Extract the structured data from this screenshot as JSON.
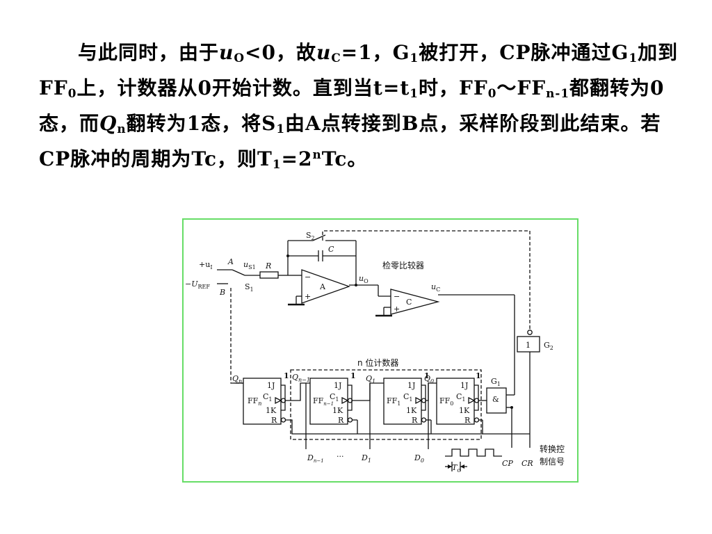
{
  "paragraph": {
    "t1": "与此同时，由于",
    "u": "u",
    "sub_O": "O",
    "t2": "<0，故",
    "sub_C": "C",
    "t3": "=1，G",
    "sub_1a": "1",
    "t4": "被打开，CP脉冲通过G",
    "sub_1b": "1",
    "t5": "加到FF",
    "sub_0a": "0",
    "t6": "上，计数器从0开始计数。直到当t=t",
    "sub_1c": "1",
    "t7": "时，FF",
    "sub_0b": "0",
    "t8": "～FF",
    "sub_n1": "n-1",
    "t9": "都翻转为0态，而",
    "Q": "Q",
    "sub_n": "n",
    "t10": "翻转为1态，将S",
    "sub_1d": "1",
    "t11": "由A点转接到B点，采样阶段到此结束。若CP脉冲的周期为Tc，则T",
    "sub_1e": "1",
    "t12": "=2",
    "sup_n": "n",
    "t13": "Tc。"
  },
  "circuit": {
    "S2": "S",
    "S2_sub": "2",
    "C": "C",
    "plus_u1": "+u",
    "u1_sub": "I",
    "A": "A",
    "u": "u",
    "uS1_sub": "S1",
    "R": "R",
    "minus_UREF": "−U",
    "UREF_sub": "REF",
    "B": "B",
    "S1": "S",
    "S1_sub": "1",
    "opamp_A": "A",
    "uO_sub": "O",
    "comparator_title": "检零比较器",
    "comparator_C": "C",
    "uC_sub": "C",
    "G2_box": "1",
    "G2": "G",
    "G2_sub": "2",
    "counter_title": "n 位计数器",
    "Q": "Q",
    "Qn_sub": "n",
    "Qn1_sub": "n−1",
    "Q1_sub": "1",
    "Q0_sub": "0",
    "one": "1",
    "J1": "1J",
    "C1": "C",
    "C1_sub": "1",
    "K1": "1K",
    "Rpin": "R",
    "FF": "FF",
    "FFn_sub": "n",
    "FFn1_sub": "n−1",
    "FF1_sub": "1",
    "FF0_sub": "0",
    "G1": "G",
    "G1_sub": "1",
    "and_symbol": "&",
    "D": "D",
    "Dn1_sub": "n−1",
    "dots": "···",
    "D1_sub": "1",
    "D0_sub": "0",
    "Tc": "T",
    "Tc_sub": "c",
    "CP": "CP",
    "CR": "CR",
    "control_line1": "转换控",
    "control_line2": "制信号"
  }
}
